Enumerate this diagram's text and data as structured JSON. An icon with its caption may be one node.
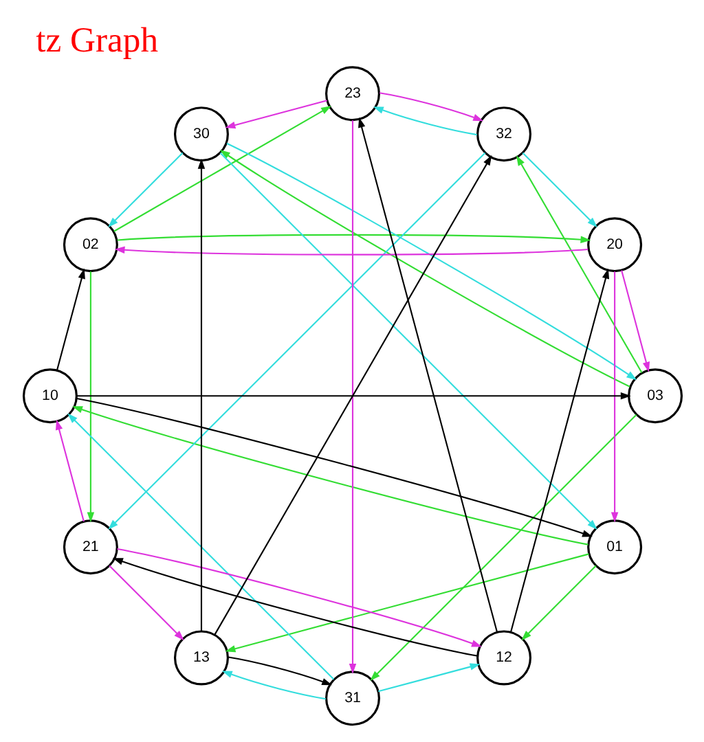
{
  "diagram": {
    "title": "tz Graph",
    "nodes": [
      {
        "text": [
          "01"
        ]
      },
      {
        "text": [
          "02"
        ]
      },
      {
        "text": [
          "03"
        ]
      },
      {
        "text": [
          "10"
        ]
      },
      {
        "text": [
          "30"
        ]
      },
      {
        "text": [
          "13"
        ]
      },
      {
        "text": [
          "31"
        ]
      },
      {
        "text": [
          "12"
        ]
      },
      {
        "text": [
          "32"
        ]
      },
      {
        "text": [
          "21"
        ]
      },
      {
        "text": [
          "20"
        ]
      },
      {
        "text": [
          "23"
        ]
      }
    ],
    "edges": [
      {
        "from": 0,
        "to": 3,
        "arrow": "to",
        "color": "#33dd33"
      },
      {
        "from": 0,
        "to": 7,
        "arrow": "to",
        "color": "#33dd33"
      },
      {
        "from": 0,
        "to": 5,
        "arrow": "to",
        "color": "#33dd33"
      },
      {
        "from": 1,
        "to": 10,
        "arrow": "to",
        "color": "#33dd33"
      },
      {
        "from": 1,
        "to": 9,
        "arrow": "to",
        "color": "#33dd33"
      },
      {
        "from": 1,
        "to": 11,
        "arrow": "to",
        "color": "#33dd33"
      },
      {
        "from": 2,
        "to": 4,
        "arrow": "to",
        "color": "#33dd33"
      },
      {
        "from": 2,
        "to": 6,
        "arrow": "to",
        "color": "#33dd33"
      },
      {
        "from": 2,
        "to": 8,
        "arrow": "to",
        "color": "#33dd33"
      },
      {
        "from": 3,
        "to": 0,
        "arrow": "to",
        "color": "#000000"
      },
      {
        "from": 3,
        "to": 1,
        "arrow": "to",
        "color": "#000000"
      },
      {
        "from": 3,
        "to": 2,
        "arrow": "to",
        "color": "#000000"
      },
      {
        "from": 4,
        "to": 0,
        "arrow": "to",
        "color": "#33dddd"
      },
      {
        "from": 4,
        "to": 1,
        "arrow": "to",
        "color": "#33dddd"
      },
      {
        "from": 4,
        "to": 2,
        "arrow": "to",
        "color": "#33dddd"
      },
      {
        "from": 5,
        "to": 4,
        "arrow": "to",
        "color": "#000000"
      },
      {
        "from": 5,
        "to": 6,
        "arrow": "to",
        "color": "#000000"
      },
      {
        "from": 5,
        "to": 8,
        "arrow": "to",
        "color": "#000000"
      },
      {
        "from": 6,
        "to": 3,
        "arrow": "to",
        "color": "#33dddd"
      },
      {
        "from": 6,
        "to": 7,
        "arrow": "to",
        "color": "#33dddd"
      },
      {
        "from": 6,
        "to": 5,
        "arrow": "to",
        "color": "#33dddd"
      },
      {
        "from": 7,
        "to": 10,
        "arrow": "to",
        "color": "#000000"
      },
      {
        "from": 7,
        "to": 9,
        "arrow": "to",
        "color": "#000000"
      },
      {
        "from": 7,
        "to": 11,
        "arrow": "to",
        "color": "#000000"
      },
      {
        "from": 8,
        "to": 10,
        "arrow": "to",
        "color": "#33dddd"
      },
      {
        "from": 8,
        "to": 9,
        "arrow": "to",
        "color": "#33dddd"
      },
      {
        "from": 8,
        "to": 11,
        "arrow": "to",
        "color": "#33dddd"
      },
      {
        "from": 9,
        "to": 3,
        "arrow": "to",
        "color": "#dd33dd"
      },
      {
        "from": 9,
        "to": 7,
        "arrow": "to",
        "color": "#dd33dd"
      },
      {
        "from": 9,
        "to": 5,
        "arrow": "to",
        "color": "#dd33dd"
      },
      {
        "from": 10,
        "to": 0,
        "arrow": "to",
        "color": "#dd33dd"
      },
      {
        "from": 10,
        "to": 1,
        "arrow": "to",
        "color": "#dd33dd"
      },
      {
        "from": 10,
        "to": 2,
        "arrow": "to",
        "color": "#dd33dd"
      },
      {
        "from": 11,
        "to": 4,
        "arrow": "to",
        "color": "#dd33dd"
      },
      {
        "from": 11,
        "to": 6,
        "arrow": "to",
        "color": "#dd33dd"
      },
      {
        "from": 11,
        "to": 8,
        "arrow": "to",
        "color": "#dd33dd"
      }
    ]
  }
}
